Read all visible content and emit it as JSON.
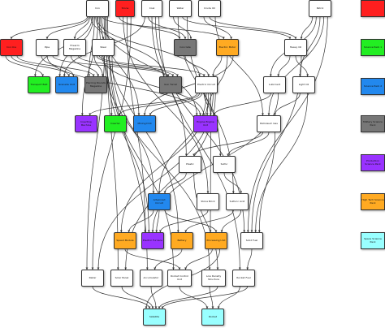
{
  "colors": {
    "white": "#ffffff",
    "red": "#ff1f1f",
    "green": "#22ee22",
    "blue": "#2288ee",
    "gray": "#777777",
    "purple": "#9933ff",
    "orange": "#ffaa22",
    "cyan": "#99ffff",
    "edge": "#333333"
  },
  "nodes": [
    {
      "id": "iron",
      "label": "Iron",
      "color": "white"
    },
    {
      "id": "stone",
      "label": "Stone",
      "color": "red"
    },
    {
      "id": "coal",
      "label": "Coal",
      "color": "white"
    },
    {
      "id": "water",
      "label": "Water",
      "color": "white"
    },
    {
      "id": "crude",
      "label": "Crude Oil",
      "color": "white"
    },
    {
      "id": "petrol",
      "label": "Petrol",
      "color": "white"
    },
    {
      "id": "ironore",
      "label": "Iron Ore",
      "color": "red"
    },
    {
      "id": "pipe",
      "label": "Pipe",
      "color": "white"
    },
    {
      "id": "firearm",
      "label": "Firearm Magazine",
      "color": "white"
    },
    {
      "id": "steel",
      "label": "Steel",
      "color": "white"
    },
    {
      "id": "concrete",
      "label": "Concrete",
      "color": "gray"
    },
    {
      "id": "electric",
      "label": "Electric Motor",
      "color": "orange"
    },
    {
      "id": "heavyoil",
      "label": "Heavy Oil",
      "color": "white"
    },
    {
      "id": "transport",
      "label": "Transport Belt",
      "color": "green"
    },
    {
      "id": "grenade",
      "label": "Grenade Unit",
      "color": "blue"
    },
    {
      "id": "piercing",
      "label": "Piercing Rounds Magazine",
      "color": "gray"
    },
    {
      "id": "gunturret",
      "label": "Gun Turret",
      "color": "gray"
    },
    {
      "id": "circuit",
      "label": "Electric Circuit",
      "color": "white"
    },
    {
      "id": "lubricant",
      "label": "Lubricant",
      "color": "white"
    },
    {
      "id": "lightoil",
      "label": "Light Oil",
      "color": "white"
    },
    {
      "id": "inserter",
      "label": "Inserting Machine",
      "color": "purple"
    },
    {
      "id": "inserter2",
      "label": "Inserter",
      "color": "green"
    },
    {
      "id": "mining",
      "label": "Mining Drill",
      "color": "blue"
    },
    {
      "id": "engineunit",
      "label": "Engine Engine Unit",
      "color": "purple"
    },
    {
      "id": "petroleum",
      "label": "Petroleum Gas",
      "color": "white"
    },
    {
      "id": "plastic",
      "label": "Plastic",
      "color": "white"
    },
    {
      "id": "sulfur",
      "label": "Sulfur",
      "color": "white"
    },
    {
      "id": "advcircuit",
      "label": "Advanced Circuit",
      "color": "blue"
    },
    {
      "id": "stonebrick",
      "label": "Stone Brick",
      "color": "white"
    },
    {
      "id": "sulfuric",
      "label": "Sulfuric Acid",
      "color": "white"
    },
    {
      "id": "speedmod",
      "label": "Speed Module",
      "color": "orange"
    },
    {
      "id": "electfurn",
      "label": "Electric Furnace",
      "color": "purple"
    },
    {
      "id": "battery",
      "label": "Battery",
      "color": "orange"
    },
    {
      "id": "processing",
      "label": "Processing Unit",
      "color": "orange"
    },
    {
      "id": "solidfuel",
      "label": "Solid Fuel",
      "color": "white"
    },
    {
      "id": "radar",
      "label": "Radar",
      "color": "white"
    },
    {
      "id": "solar",
      "label": "Solar Panel",
      "color": "white"
    },
    {
      "id": "accum",
      "label": "Accumulator",
      "color": "white"
    },
    {
      "id": "rocketctl",
      "label": "Rocket Control Unit",
      "color": "white"
    },
    {
      "id": "lowdensity",
      "label": "Low Density Structure",
      "color": "white"
    },
    {
      "id": "rocketfuel",
      "label": "Rocket Fuel",
      "color": "white"
    },
    {
      "id": "satellite",
      "label": "Satellite",
      "color": "cyan"
    },
    {
      "id": "rocket",
      "label": "Rocket",
      "color": "cyan"
    }
  ],
  "legend": [
    {
      "label": "",
      "color": "red"
    },
    {
      "label": "Science Pack 1",
      "color": "green"
    },
    {
      "label": "Science Pack 2",
      "color": "blue"
    },
    {
      "label": "Military Science Pack",
      "color": "gray"
    },
    {
      "label": "Production Science Pack",
      "color": "purple"
    },
    {
      "label": "High Tech Science Pack",
      "color": "orange"
    },
    {
      "label": "Space Science Pack",
      "color": "cyan"
    }
  ],
  "edges": [
    [
      "iron",
      "ironore"
    ],
    [
      "iron",
      "pipe"
    ],
    [
      "iron",
      "firearm"
    ],
    [
      "iron",
      "steel"
    ],
    [
      "iron",
      "transport"
    ],
    [
      "iron",
      "grenade"
    ],
    [
      "iron",
      "piercing"
    ],
    [
      "iron",
      "gunturret"
    ],
    [
      "iron",
      "circuit"
    ],
    [
      "iron",
      "inserter"
    ],
    [
      "iron",
      "inserter2"
    ],
    [
      "iron",
      "mining"
    ],
    [
      "iron",
      "engineunit"
    ],
    [
      "iron",
      "electric"
    ],
    [
      "iron",
      "battery"
    ],
    [
      "iron",
      "radar"
    ],
    [
      "iron",
      "solar"
    ],
    [
      "iron",
      "accum"
    ],
    [
      "stone",
      "concrete"
    ],
    [
      "stone",
      "stonebrick"
    ],
    [
      "stone",
      "electfurn"
    ],
    [
      "stone",
      "radar"
    ],
    [
      "coal",
      "grenade"
    ],
    [
      "coal",
      "concrete"
    ],
    [
      "coal",
      "plastic"
    ],
    [
      "coal",
      "solidfuel"
    ],
    [
      "coal",
      "rocketfuel"
    ],
    [
      "water",
      "concrete"
    ],
    [
      "water",
      "sulfur"
    ],
    [
      "water",
      "heavyoil"
    ],
    [
      "water",
      "sulfuric"
    ],
    [
      "crude",
      "electric"
    ],
    [
      "crude",
      "heavyoil"
    ],
    [
      "crude",
      "petroleum"
    ],
    [
      "petrol",
      "heavyoil"
    ],
    [
      "petrol",
      "lubricant"
    ],
    [
      "petrol",
      "lightoil"
    ],
    [
      "petrol",
      "petroleum"
    ],
    [
      "petrol",
      "solidfuel"
    ],
    [
      "ironore",
      "transport"
    ],
    [
      "ironore",
      "grenade"
    ],
    [
      "ironore",
      "piercing"
    ],
    [
      "pipe",
      "grenade"
    ],
    [
      "pipe",
      "engineunit"
    ],
    [
      "pipe",
      "gunturret"
    ],
    [
      "firearm",
      "piercing"
    ],
    [
      "firearm",
      "gunturret"
    ],
    [
      "steel",
      "piercing"
    ],
    [
      "steel",
      "gunturret"
    ],
    [
      "steel",
      "circuit"
    ],
    [
      "steel",
      "engineunit"
    ],
    [
      "steel",
      "advcircuit"
    ],
    [
      "steel",
      "electfurn"
    ],
    [
      "steel",
      "rocketctl"
    ],
    [
      "steel",
      "lowdensity"
    ],
    [
      "concrete",
      "circuit"
    ],
    [
      "electric",
      "circuit"
    ],
    [
      "electric",
      "engineunit"
    ],
    [
      "electric",
      "mining"
    ],
    [
      "heavyoil",
      "lubricant"
    ],
    [
      "heavyoil",
      "lightoil"
    ],
    [
      "heavyoil",
      "solidfuel"
    ],
    [
      "circuit",
      "inserter"
    ],
    [
      "circuit",
      "inserter2"
    ],
    [
      "circuit",
      "mining"
    ],
    [
      "circuit",
      "engineunit"
    ],
    [
      "circuit",
      "advcircuit"
    ],
    [
      "circuit",
      "speedmod"
    ],
    [
      "circuit",
      "processing"
    ],
    [
      "circuit",
      "radar"
    ],
    [
      "circuit",
      "solar"
    ],
    [
      "lubricant",
      "engineunit"
    ],
    [
      "lubricant",
      "electfurn"
    ],
    [
      "lightoil",
      "petroleum"
    ],
    [
      "lightoil",
      "solidfuel"
    ],
    [
      "petroleum",
      "plastic"
    ],
    [
      "petroleum",
      "sulfur"
    ],
    [
      "petroleum",
      "solidfuel"
    ],
    [
      "plastic",
      "advcircuit"
    ],
    [
      "plastic",
      "lowdensity"
    ],
    [
      "sulfur",
      "sulfuric"
    ],
    [
      "advcircuit",
      "speedmod"
    ],
    [
      "advcircuit",
      "electfurn"
    ],
    [
      "advcircuit",
      "processing"
    ],
    [
      "stonebrick",
      "electfurn"
    ],
    [
      "sulfuric",
      "battery"
    ],
    [
      "sulfuric",
      "processing"
    ],
    [
      "speedmod",
      "rocketctl"
    ],
    [
      "battery",
      "accum"
    ],
    [
      "processing",
      "rocketctl"
    ],
    [
      "processing",
      "satellite"
    ],
    [
      "solidfuel",
      "rocketfuel"
    ],
    [
      "radar",
      "satellite"
    ],
    [
      "solar",
      "satellite"
    ],
    [
      "accum",
      "satellite"
    ],
    [
      "rocketctl",
      "rocket"
    ],
    [
      "lowdensity",
      "rocket"
    ],
    [
      "lowdensity",
      "satellite"
    ],
    [
      "rocketfuel",
      "rocket"
    ],
    [
      "rocketfuel",
      "satellite"
    ]
  ]
}
